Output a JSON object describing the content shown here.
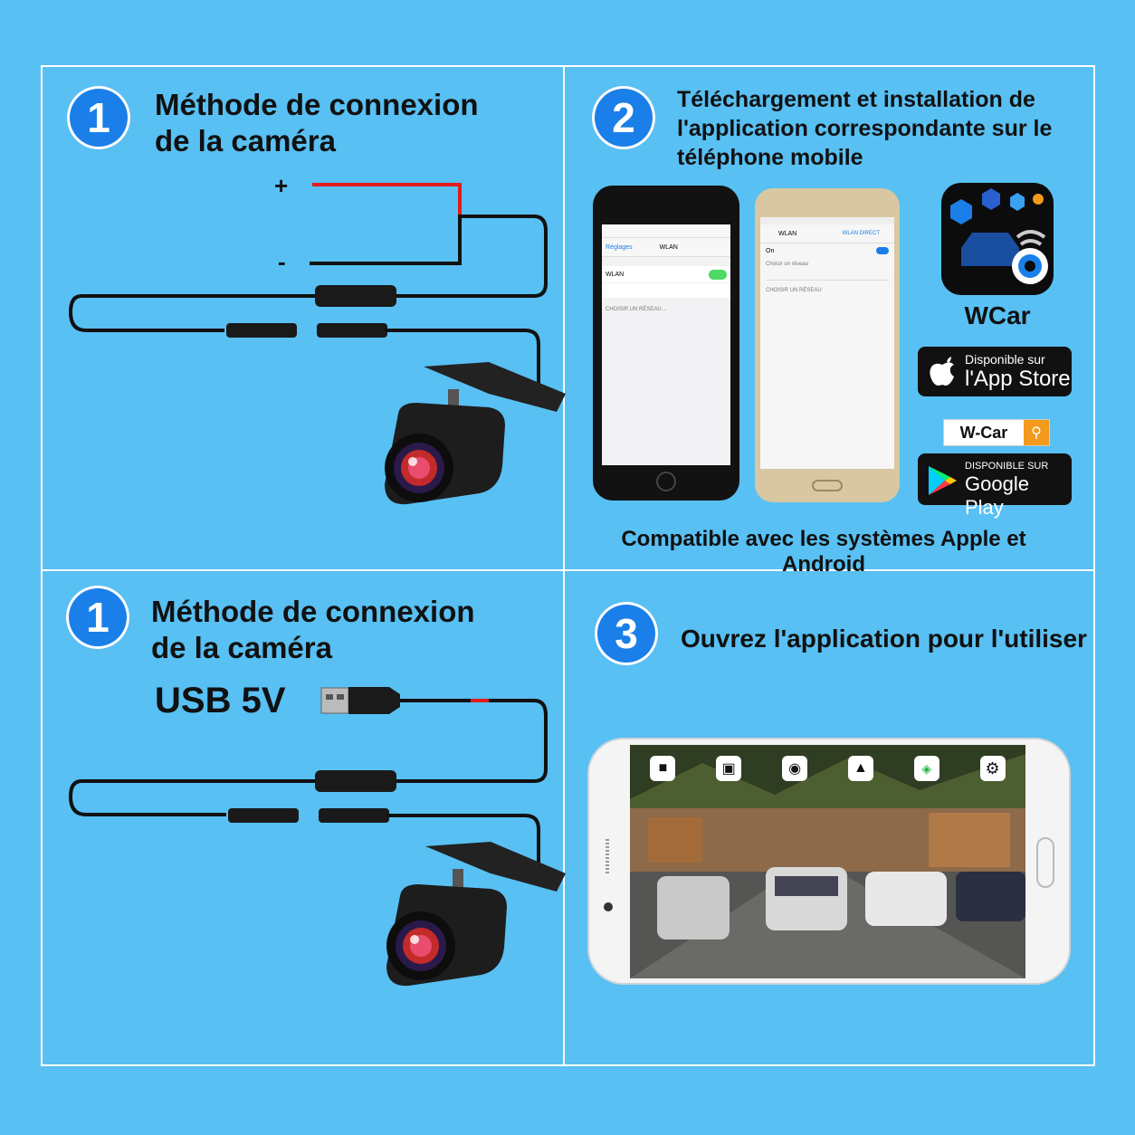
{
  "panels": {
    "p1": {
      "badge": "1",
      "title_line1": "Méthode de connexion",
      "title_line2": "de la caméra",
      "plus": "+",
      "minus": "-"
    },
    "p2": {
      "badge": "2",
      "title_line1": "Téléchargement et installation de",
      "title_line2": "l'application correspondante sur le",
      "title_line3": "téléphone mobile",
      "app_name": "WCar",
      "appstore_small": "Disponible sur",
      "appstore_big": "l'App Store",
      "search_text": "W-Car",
      "play_small": "DISPONIBLE SUR",
      "play_big": "Google Play",
      "caption": "Compatible avec les systèmes Apple et Android",
      "phone1": {
        "nav_back": "Réglages",
        "nav_title": "WLAN",
        "row_wlan": "WLAN",
        "section": "CHOISIR UN RÉSEAU..."
      },
      "phone2": {
        "nav_title": "WLAN",
        "nav_right": "WLAN DIRECT",
        "row_on": "On",
        "section1": "Choisir un réseau",
        "section2": "CHOISIR UN RÉSEAU"
      }
    },
    "p3": {
      "badge": "1",
      "title_line1": "Méthode de connexion",
      "title_line2": "de la caméra",
      "usb_label": "USB 5V"
    },
    "p4": {
      "badge": "3",
      "title": "Ouvrez l'application pour l'utiliser",
      "toolbar_icons": [
        "video-icon",
        "camera-icon",
        "record-icon",
        "warning-icon",
        "wifi-icon",
        "gear-icon"
      ]
    }
  },
  "colors": {
    "background": "#58c0f3",
    "badge": "#1a7fe8",
    "wire_red": "#e21b1b",
    "wire_black": "#111111"
  }
}
